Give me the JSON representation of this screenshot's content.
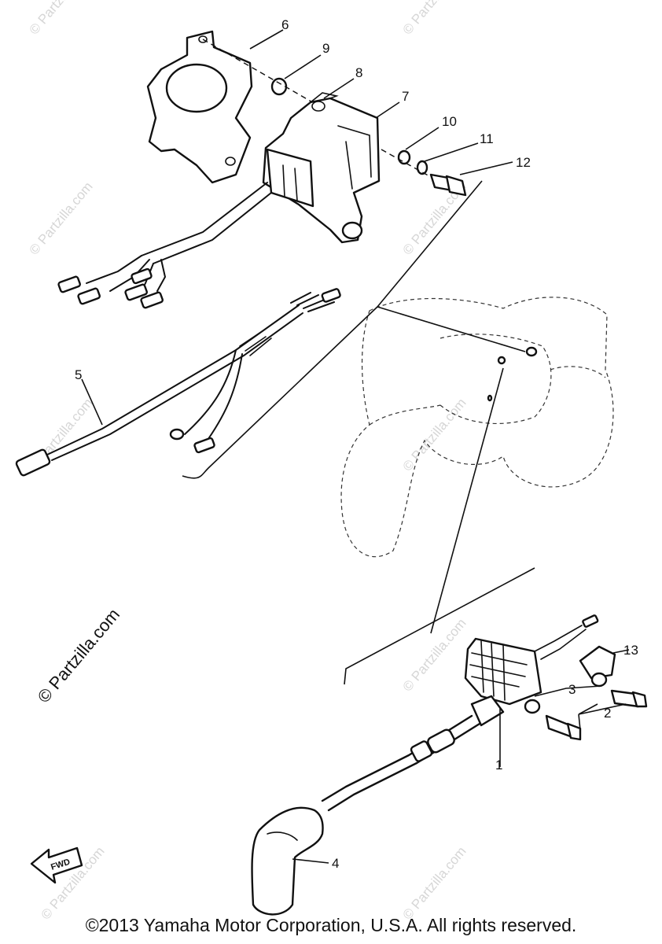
{
  "callouts": [
    "1",
    "2",
    "3",
    "4",
    "5",
    "6",
    "7",
    "8",
    "9",
    "10",
    "11",
    "12",
    "13"
  ],
  "watermark": "© Partzilla.com",
  "watermark_main": "© Partzilla.com",
  "fwd_label": "FWD",
  "copyright": "©2013 Yamaha Motor Corporation, U.S.A. All rights reserved."
}
